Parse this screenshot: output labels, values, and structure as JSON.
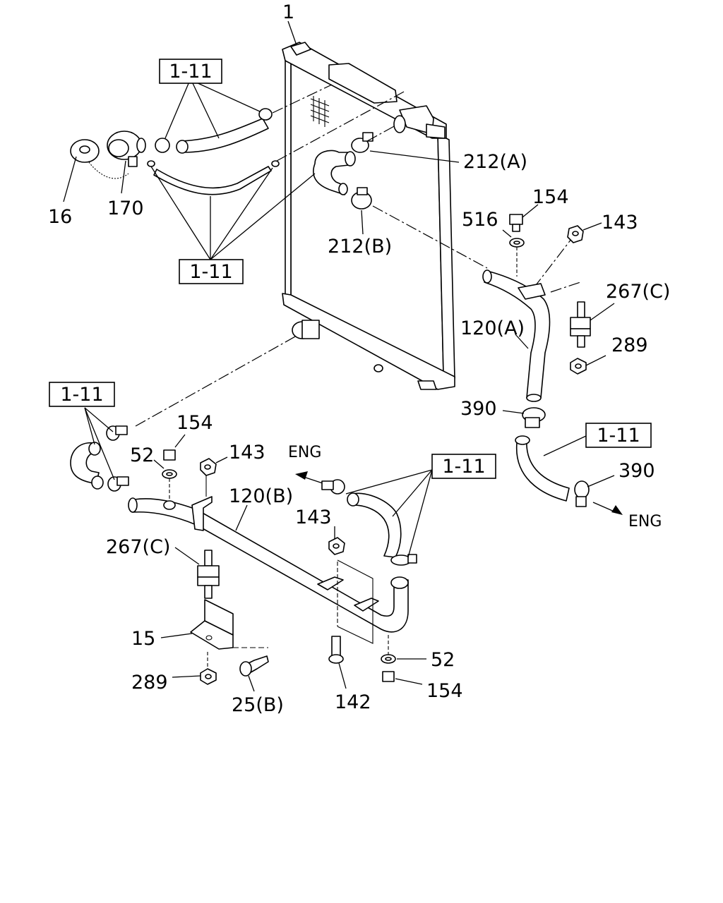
{
  "callouts": {
    "radiator": "1",
    "ref_upper_hose": "1-11",
    "ref_filler_hoses": "1-11",
    "ref_lower_left": "1-11",
    "ref_eng_hose": "1-11",
    "ref_right_hose": "1-11",
    "cap": "16",
    "filler_neck": "170",
    "clamp_212a": "212(A)",
    "clamp_212b": "212(B)",
    "bolt_154_top": "154",
    "washer_516": "516",
    "nut_143_top": "143",
    "mount_267c_right": "267(C)",
    "nut_289_right": "289",
    "pipe_120a": "120(A)",
    "clamp_390_top": "390",
    "clamp_390_bottom": "390",
    "eng_right": "ENG",
    "eng_left": "ENG",
    "bolt_154_left": "154",
    "washer_52_left": "52",
    "nut_143_left": "143",
    "pipe_120b": "120(B)",
    "nut_143_mid": "143",
    "mount_267c_left": "267(C)",
    "bracket_15": "15",
    "nut_289_left": "289",
    "bolt_25b": "25(B)",
    "bolt_142": "142",
    "washer_52_right": "52",
    "bolt_154_right": "154"
  }
}
